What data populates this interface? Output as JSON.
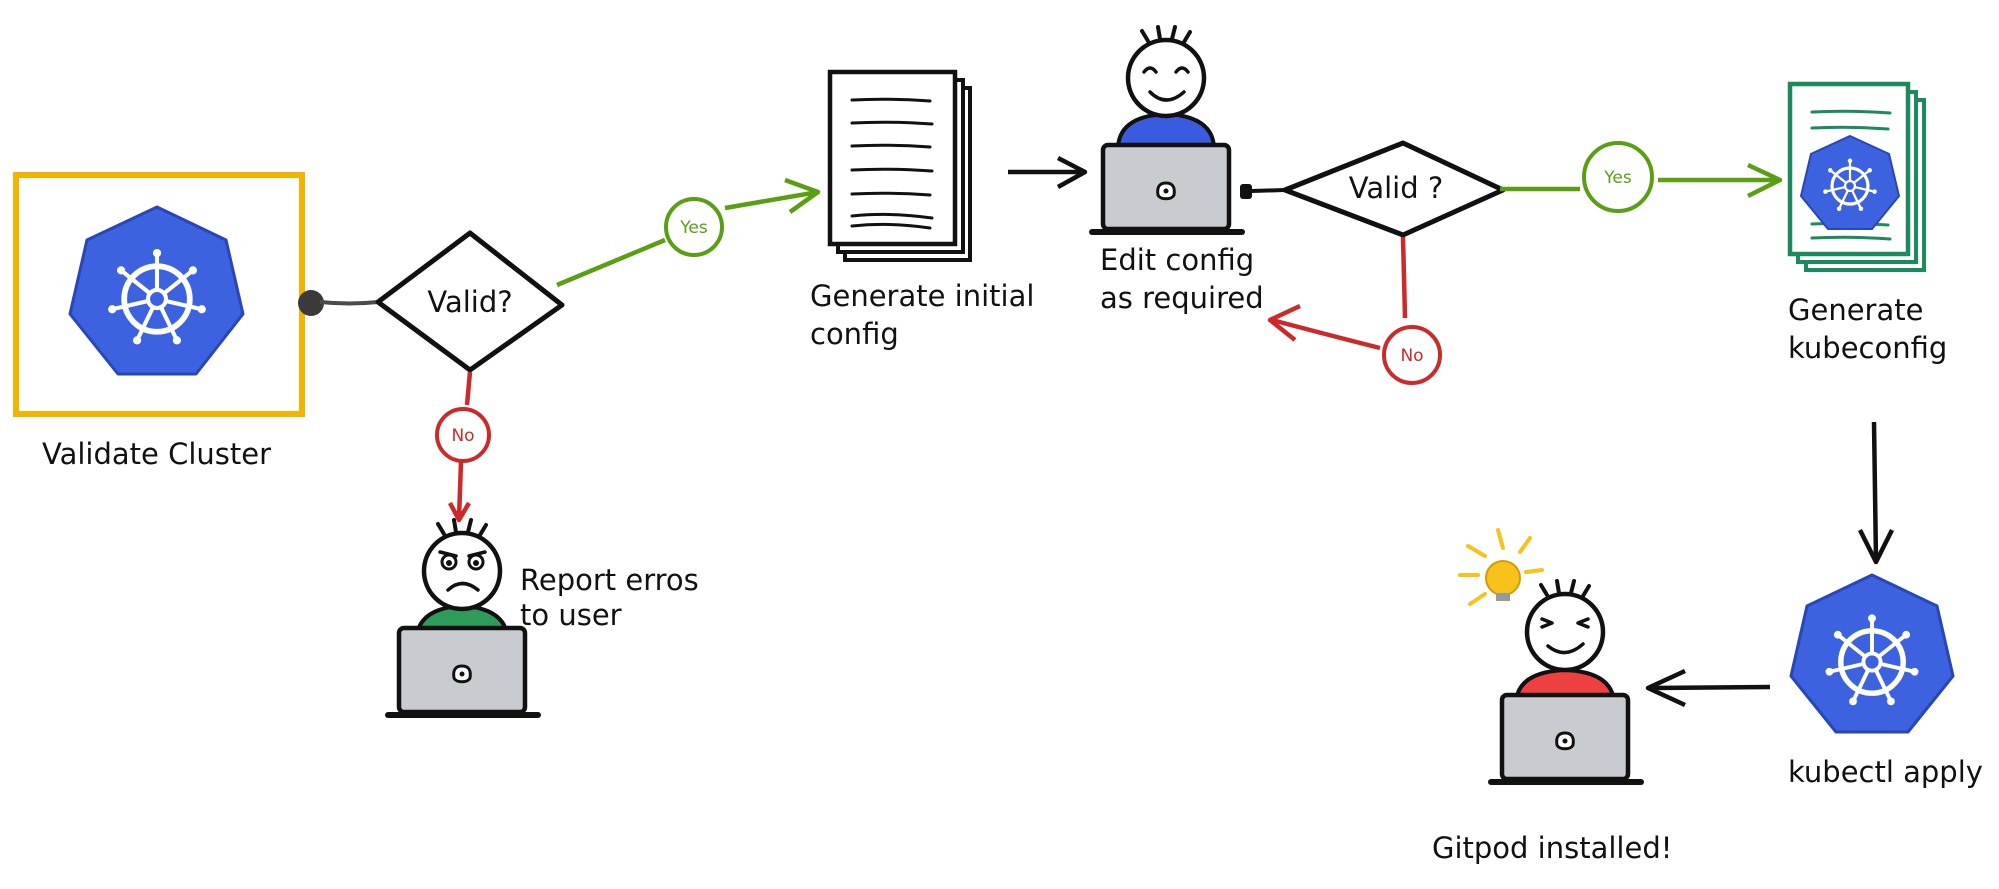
{
  "steps": {
    "validate_cluster": "Validate Cluster",
    "generate_initial_config": [
      "Generate initial",
      "config"
    ],
    "edit_config": [
      "Edit config",
      "as required"
    ],
    "generate_kubeconfig": [
      "Generate",
      "kubeconfig"
    ],
    "kubectl_apply": "kubectl apply",
    "gitpod_installed": "Gitpod installed!",
    "report_errors": [
      "Report erros",
      "to user"
    ]
  },
  "decisions": {
    "first": "Valid?",
    "second": "Valid ?"
  },
  "outcomes": {
    "yes": "Yes",
    "no": "No"
  },
  "colors": {
    "frame_orange": "#f5b301",
    "kube_blue": "#3d62e0",
    "kube_green": "#1d8a5c",
    "yes_green": "#5a9e13",
    "no_red": "#cc2a2a",
    "laptop_grey": "#c8ccd1",
    "shirt_green": "#2e9b5a",
    "shirt_blue": "#3a5be0",
    "shirt_red": "#ee4040",
    "bulb_yellow": "#f7c21a"
  },
  "icons": [
    "kubernetes-logo-icon",
    "document-stack-icon",
    "laptop-icon",
    "person-icon",
    "lightbulb-icon",
    "arrow-icon"
  ]
}
